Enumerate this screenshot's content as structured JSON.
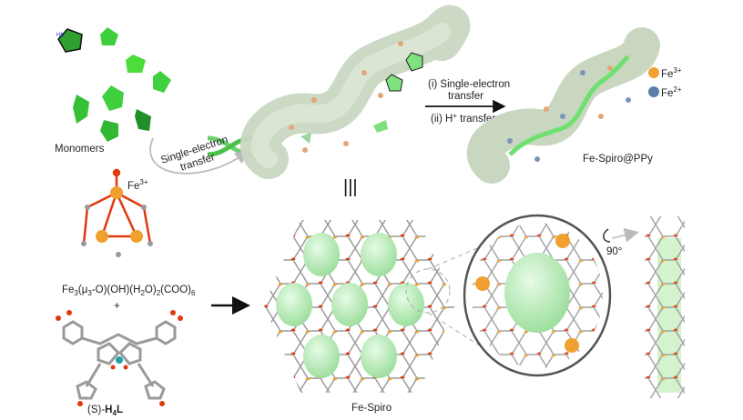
{
  "labels": {
    "monomers": "Monomers",
    "set_left_line1": "Single-electron",
    "set_left_line2": "transfer",
    "step_i_line1": "(i) Single-electron",
    "step_i_line2": "transfer",
    "step_ii_prefix": "(ii) H",
    "step_ii_sup": "+",
    "step_ii_suffix": " transfer",
    "product": "Fe-Spiro@PPy",
    "equivalent": "|||",
    "fe3_base": "Fe",
    "fe3_sup": "3+",
    "fe2_base": "Fe",
    "fe2_sup": "2+",
    "cluster_fe_base": "Fe",
    "cluster_fe_sup": "3+",
    "formula_parts": [
      "Fe",
      "3",
      "(μ",
      "3",
      "-O)(OH)(H",
      "2",
      "O)",
      "2",
      "(COO)",
      "6"
    ],
    "plus": "+",
    "ligand_prefix": "(S)-",
    "ligand_h": "H",
    "ligand_sub": "4",
    "ligand_l": "L",
    "framework": "Fe-Spiro",
    "rotation": "90°",
    "pyrrole_nh": "HN"
  },
  "colors": {
    "monomer_green": "#3fcf3f",
    "tube": "#cfdcc8",
    "fe3": "#f0a030",
    "fe2": "#5b7fa8",
    "oxygen": "#e03a10",
    "pore": "#b9ecb9"
  }
}
